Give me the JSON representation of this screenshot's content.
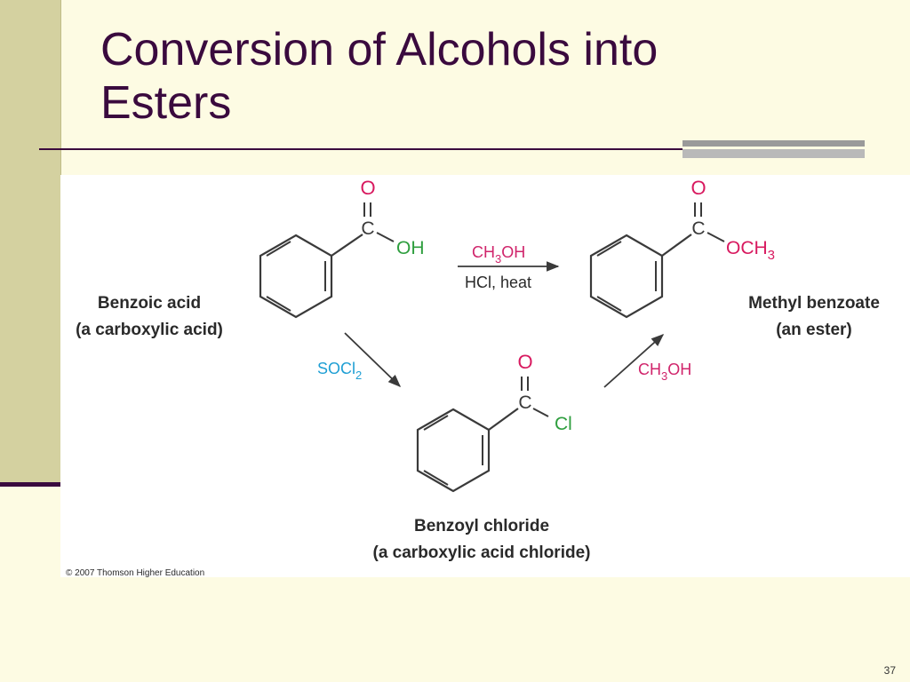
{
  "slide": {
    "title": "Conversion of Alcohols into\nEsters",
    "page_number": "37"
  },
  "diagram": {
    "benzoic_acid": {
      "name": "Benzoic acid",
      "desc": "(a carboxylic acid)",
      "atom_o": "O",
      "atom_c": "C",
      "group": "OH"
    },
    "methyl_benzoate": {
      "name": "Methyl benzoate",
      "desc": "(an ester)",
      "atom_o": "O",
      "atom_c": "C",
      "group_och": "OCH",
      "group_sub": "3"
    },
    "benzoyl_chloride": {
      "name": "Benzoyl chloride",
      "desc": "(a carboxylic acid chloride)",
      "atom_o": "O",
      "atom_c": "C",
      "group": "Cl"
    },
    "direct_reaction": {
      "reagent_ch": "CH",
      "reagent_sub": "3",
      "reagent_oh": "OH",
      "condition": "HCl, heat"
    },
    "step1": {
      "reagent_main": "SOCl",
      "reagent_sub": "2"
    },
    "step2": {
      "reagent_ch": "CH",
      "reagent_sub": "3",
      "reagent_oh": "OH"
    },
    "copyright": "© 2007 Thomson Higher Education"
  },
  "colors": {
    "title": "#3a0a3e",
    "oxygen_red": "#d8195f",
    "heteroatom_green": "#2e9e3e",
    "reagent_magenta": "#d0246b",
    "reagent_cyan": "#1f9fd4",
    "bond": "#3a3a3a"
  }
}
